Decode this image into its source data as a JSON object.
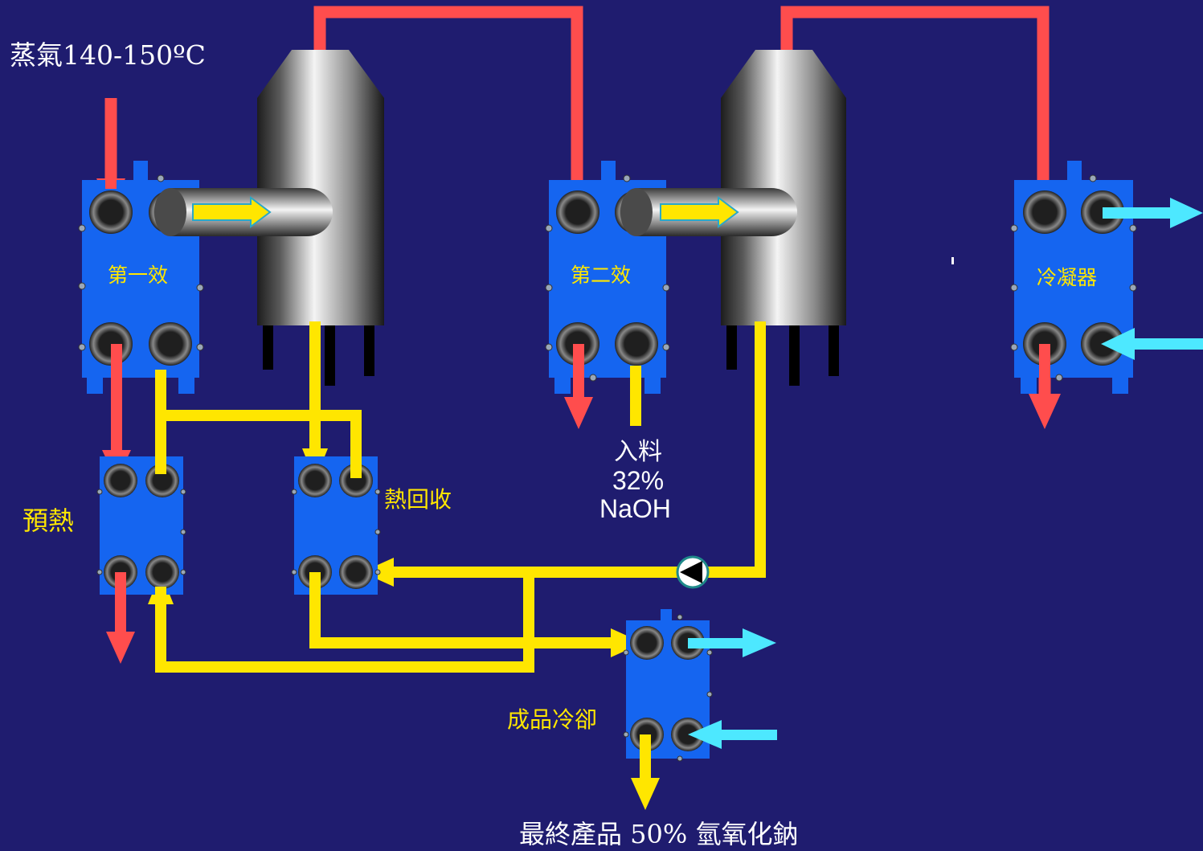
{
  "labels": {
    "steam": "蒸氣140-150ºC",
    "effect1": "第一效",
    "effect2": "第二效",
    "condenser": "冷凝器",
    "preheat": "預熱",
    "heat_recovery": "熱回收",
    "feed_line1": "入料",
    "feed_line2": "32%",
    "feed_line3": "NaOH",
    "product_cooling": "成品冷卻",
    "final_product": "最終產品 50% 氫氧化鈉"
  },
  "colors": {
    "background": "#1f1c6f",
    "steam_line": "#ff4d4d",
    "process_line": "#ffe600",
    "cooling_water": "#4de8ff",
    "exchanger": "#1565f0",
    "text": "#ffffff",
    "highlight_text": "#ffe600"
  },
  "icons": {
    "pump": "pump-icon",
    "flow_arrow": "flow-arrow-icon"
  }
}
